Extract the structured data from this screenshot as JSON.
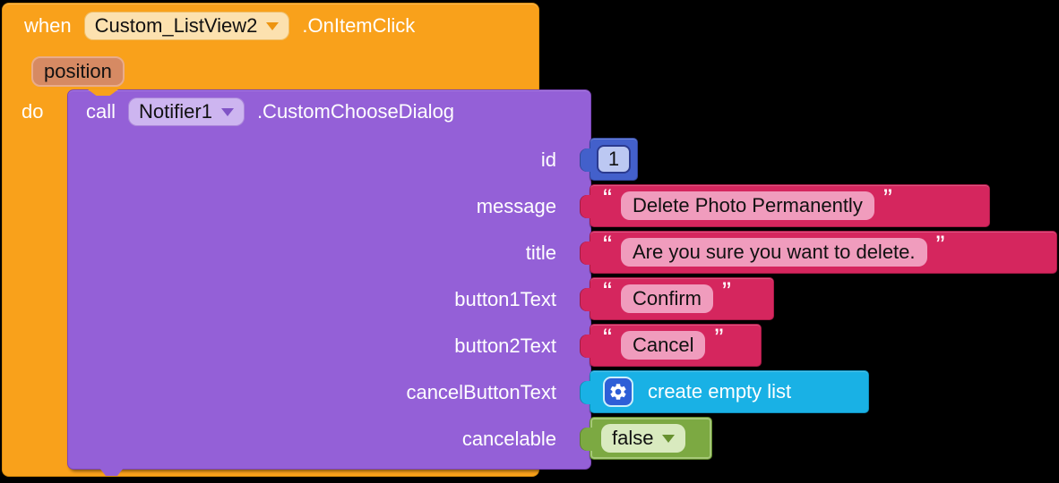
{
  "event_block": {
    "keyword": "when",
    "component": "Custom_ListView2",
    "event_name": ".OnItemClick",
    "parameter": "position",
    "do_label": "do"
  },
  "call_block": {
    "keyword": "call",
    "component": "Notifier1",
    "method_name": ".CustomChooseDialog"
  },
  "params": [
    {
      "name": "id",
      "type": "number",
      "value": "1"
    },
    {
      "name": "message",
      "type": "text",
      "value": "Delete Photo Permanently"
    },
    {
      "name": "title",
      "type": "text",
      "value": "Are you sure you want to delete."
    },
    {
      "name": "button1Text",
      "type": "text",
      "value": "Confirm"
    },
    {
      "name": "button2Text",
      "type": "text",
      "value": "Cancel"
    },
    {
      "name": "cancelButtonText",
      "type": "list",
      "value": "create empty list"
    },
    {
      "name": "cancelable",
      "type": "dropdown",
      "value": "false"
    }
  ],
  "quotes": {
    "open": "“",
    "close": "”"
  },
  "colors": {
    "background": "#000000",
    "event_orange": "#F9A11B",
    "event_field": "#FCE1AF",
    "param_badge": "#D68A63",
    "call_purple": "#9460D7",
    "call_field": "#CDB5F0",
    "number_blue": "#4360CB",
    "text_crimson": "#D5265E",
    "text_field_pink": "#F09CBD",
    "list_cyan": "#19B1E5",
    "gear_tile_blue": "#2E5FD7",
    "logic_green": "#7CA942",
    "logic_field": "#D9EABF",
    "label_text": "#FFFFFF"
  }
}
